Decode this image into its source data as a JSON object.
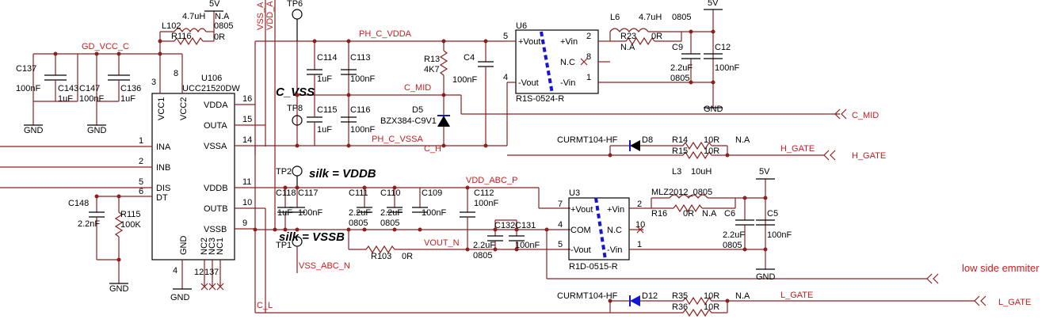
{
  "nets": {
    "gd_vcc_c": "GD_VCC_C",
    "ph_c_vdda": "PH_C_VDDA",
    "c_mid": "C_MID",
    "ph_c_vssa": "PH_C_VSSA",
    "c_h": "C_H",
    "vdd_abc_p": "VDD_ABC_P",
    "vout_n": "VOUT_N",
    "vss_abc_n": "VSS_ABC_N",
    "c_l": "C_L",
    "vss_a": "VSS_A",
    "vdd_a": "VDD_A",
    "h_gate": "H_GATE",
    "l_gate": "L_GATE"
  },
  "offpage": {
    "c_mid": "C_MID",
    "h_gate": "H_GATE",
    "l_gate": "L_GATE",
    "low_side": "low side emmiter"
  },
  "notes": {
    "c_vss": "C_VSS",
    "silk_vddb": "silk = VDDB",
    "silk_vssb": "silk = VSSB"
  },
  "power": {
    "p5v": "5V",
    "gnd": "GND"
  },
  "u106": {
    "ref": "U106",
    "part": "UCC21520DW",
    "pins": {
      "vcc1": "VCC1",
      "vcc2": "VCC2",
      "vdda": "VDDA",
      "outa": "OUTA",
      "vssa": "VSSA",
      "ina": "INA",
      "inb": "INB",
      "dis": "DIS",
      "dt": "DT",
      "vddb": "VDDB",
      "outb": "OUTB",
      "vssb": "VSSB",
      "gnd": "GND",
      "nc2": "NC2",
      "nc3": "NC3",
      "nc1": "NC1"
    },
    "nums": {
      "p3": "3",
      "p8": "8",
      "p16": "16",
      "p15": "15",
      "p14": "14",
      "p1": "1",
      "p2": "2",
      "p5": "5",
      "p6": "6",
      "p11": "11",
      "p10": "10",
      "p9": "9",
      "p4": "4",
      "p12": "12",
      "p13": "13",
      "p7": "7"
    }
  },
  "u6": {
    "ref": "U6",
    "part": "R1S-0524-R",
    "pins": {
      "pvout": "+Vout",
      "nvout": "-Vout",
      "pvin": "+Vin",
      "nc": "N.C",
      "nvin": "-Vin"
    },
    "nums": {
      "p5": "5",
      "p4": "4",
      "p2": "2",
      "p8": "8",
      "p1": "1"
    }
  },
  "u3": {
    "ref": "U3",
    "part": "R1D-0515-R",
    "pins": {
      "pvout": "+Vout",
      "com": "COM",
      "nvout": "-Vout",
      "pvin": "+Vin",
      "nc": "N.C",
      "nvin": "-Vin"
    },
    "nums": {
      "p7": "7",
      "p4": "4",
      "p5": "5",
      "p2": "2",
      "p10": "10",
      "p1": "1"
    }
  },
  "parts": {
    "l102": "L102",
    "l102_val": "4.7uH",
    "l102_na": "N.A",
    "r116": "R116",
    "r116_pkg": "0805",
    "r116_val": "0R",
    "c137": "C137",
    "c137_val": "100nF",
    "c143": "C143",
    "c143_val": "1uF",
    "c147": "C147",
    "c147_val": "100nF",
    "c136": "C136",
    "c136_val": "1uF",
    "tp6": "TP6",
    "tp8": "TP8",
    "tp2": "TP2",
    "tp1": "TP1",
    "c114": "C114",
    "c114_val": "1uF",
    "c113": "C113",
    "c113_val": "100nF",
    "c115": "C115",
    "c115_val": "1uF",
    "c116": "C116",
    "c116_val": "100nF",
    "r13": "R13",
    "r13_val": "4K7",
    "c4": "C4",
    "c4_val": "100nF",
    "d5": "D5",
    "d5_val": "BZX384-C9V1",
    "l6": "L6",
    "l6_val": "4.7uH",
    "l6_pkg": "0805",
    "r23": "R23",
    "r23_val": "0R",
    "r23_na": "N.A",
    "c9": "C9",
    "c9_val": "2.2uF",
    "c9_pkg": "0805",
    "c12": "C12",
    "c12_val": "100nF",
    "d8": "D8",
    "d8_val": "CURMT104-HF",
    "r14": "R14",
    "r14_val": "10R",
    "r15": "R15",
    "r15_val": "10R",
    "r15_na": "N.A",
    "c148": "C148",
    "c148_val": "2.2nF",
    "r115": "R115",
    "r115_val": "100K",
    "c118": "C118",
    "c118_val": "1uF",
    "c117": "C117",
    "c117_val": "100nF",
    "c111": "C111",
    "c111_val": "2.2uF",
    "c111_pkg": "0805",
    "c110": "C110",
    "c110_val": "2.2uF",
    "c110_pkg": "0805",
    "c109": "C109",
    "c109_val": "100nF",
    "c112": "C112",
    "c112_val": "100nF",
    "c132": "C132",
    "c132_val": "2.2uF",
    "c132_pkg": "0805",
    "c131": "C131",
    "c131_val": "100nF",
    "r103": "R103",
    "r103_val": "0R",
    "l3": "L3",
    "l3_val": "10uH",
    "l3_part": "MLZ2012_0805",
    "r16": "R16",
    "r16_val": "0R",
    "r16_na": "N.A",
    "c6": "C6",
    "c6_val": "2.2uF",
    "c6_pkg": "0805",
    "c5": "C5",
    "c5_val": "100nF",
    "d12": "D12",
    "d12_val": "CURMT104-HF",
    "r35": "R35",
    "r35_val": "10R",
    "r36": "R36",
    "r36_val": "10R",
    "r36_na": "N.A"
  }
}
